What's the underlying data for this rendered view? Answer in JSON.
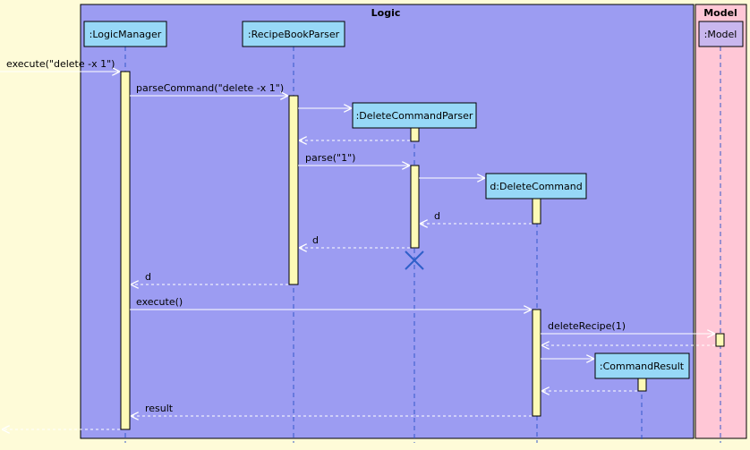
{
  "frames": {
    "logic": {
      "title": "Logic",
      "fill": "#9c9cf2",
      "stroke": "#000000"
    },
    "model": {
      "title": "Model",
      "fill": "#ffc7d6",
      "stroke": "#000000"
    }
  },
  "colors": {
    "background": "#fefbd8",
    "participant_fill": "#97d8f7",
    "activation_fill": "#fdfab6",
    "arrow": "#ffffff",
    "lifeline": "#3558c9",
    "destroy": "#2f5fc9"
  },
  "participants": [
    {
      "id": "lm",
      "label": ":LogicManager"
    },
    {
      "id": "rbp",
      "label": ":RecipeBookParser"
    },
    {
      "id": "dcp",
      "label": ":DeleteCommandParser"
    },
    {
      "id": "dc",
      "label": "d:DeleteCommand"
    },
    {
      "id": "cr",
      "label": ":CommandResult"
    },
    {
      "id": "model",
      "label": ":Model"
    }
  ],
  "messages": [
    {
      "id": "m1",
      "label": "execute(\"delete -x 1\")",
      "type": "call"
    },
    {
      "id": "m2",
      "label": "parseCommand(\"delete -x 1\")",
      "type": "call"
    },
    {
      "id": "m3",
      "label": "",
      "type": "create",
      "target": "dcp"
    },
    {
      "id": "m4",
      "label": "",
      "type": "return"
    },
    {
      "id": "m5",
      "label": "parse(\"1\")",
      "type": "call"
    },
    {
      "id": "m6",
      "label": "",
      "type": "create",
      "target": "dc"
    },
    {
      "id": "m7",
      "label": "d",
      "type": "return"
    },
    {
      "id": "m8",
      "label": "d",
      "type": "return"
    },
    {
      "id": "m9",
      "label": "d",
      "type": "return"
    },
    {
      "id": "m10",
      "label": "execute()",
      "type": "call"
    },
    {
      "id": "m11",
      "label": "deleteRecipe(1)",
      "type": "call"
    },
    {
      "id": "m12",
      "label": "",
      "type": "return"
    },
    {
      "id": "m13",
      "label": "",
      "type": "create",
      "target": "cr"
    },
    {
      "id": "m14",
      "label": "",
      "type": "return"
    },
    {
      "id": "m15",
      "label": "result",
      "type": "return"
    },
    {
      "id": "m16",
      "label": "",
      "type": "return"
    }
  ],
  "destroyed": [
    "dcp"
  ]
}
